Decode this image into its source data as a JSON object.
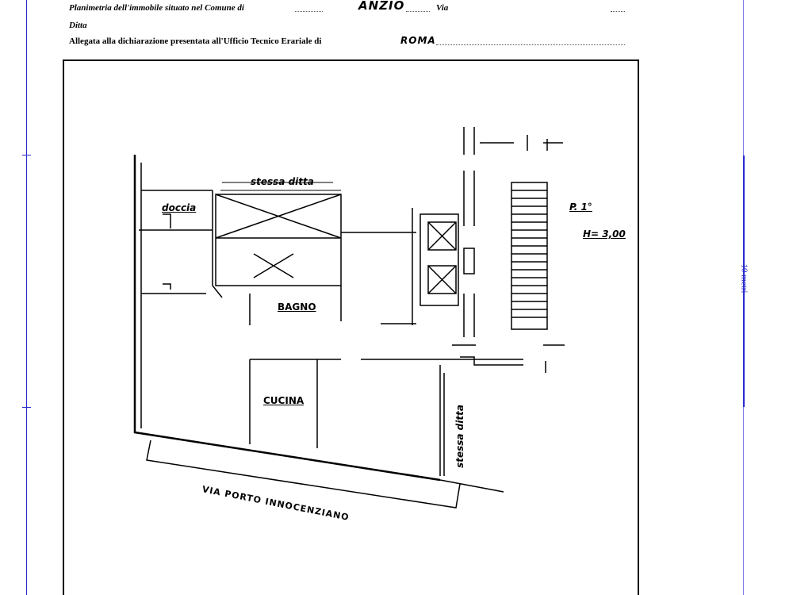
{
  "header": {
    "line1_prefix": "Planimetria dell'immobile situato nel Comune di",
    "comune": "ANZIO",
    "via_label": "Via",
    "ditta_label": "Ditta",
    "line3_prefix": "Allegata alla dichiarazione presentata all'Ufficio Tecnico Erariale di",
    "ufficio": "ROMA"
  },
  "scale": {
    "label": "10 metri"
  },
  "plan": {
    "top_neighbor": "stessa ditta",
    "doccia": "doccia",
    "bagno": "BAGNO",
    "cucina": "CUCINA",
    "side_neighbor": "stessa ditta",
    "street": "VIA PORTO INNOCENZIANO",
    "floor": "P. 1°",
    "height": "H= 3,00"
  },
  "colors": {
    "scale_line": "#2a2ad0"
  }
}
